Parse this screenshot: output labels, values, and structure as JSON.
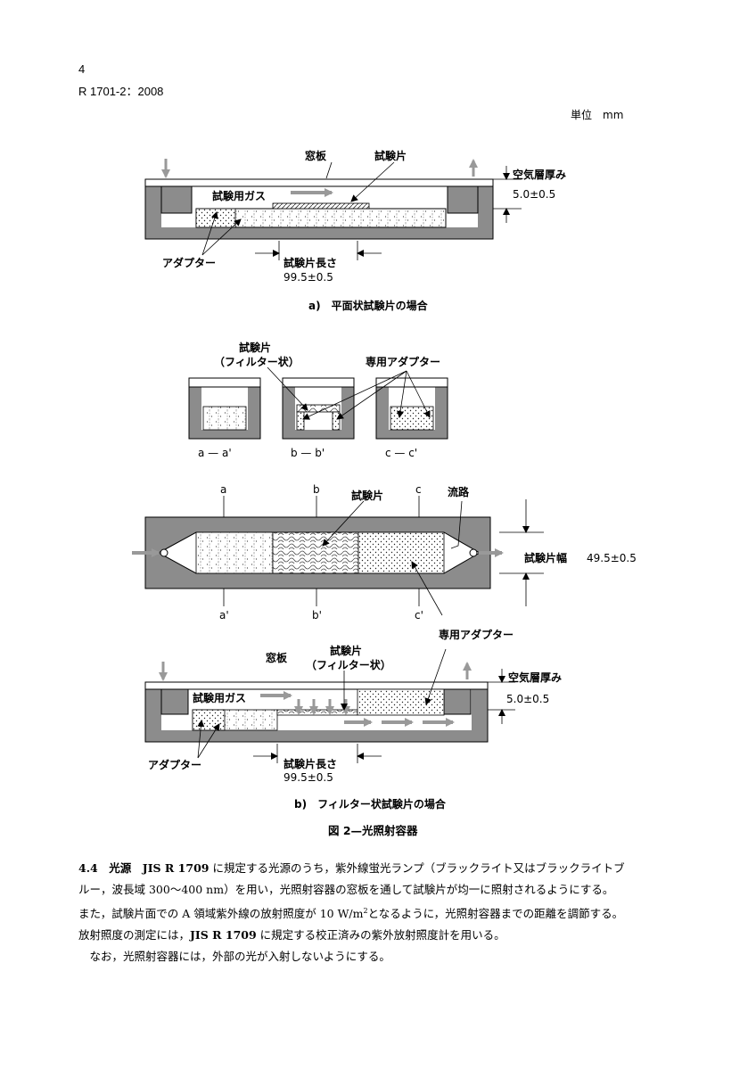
{
  "header": {
    "page_number": "4",
    "standard": "R 1701-2：2008"
  },
  "unit_label": "単位　mm",
  "fig_a": {
    "window_plate": "窓板",
    "test_piece": "試験片",
    "air_layer": "空気層厚み",
    "air_value": "5.0±0.5",
    "test_gas": "試験用ガス",
    "adapter": "アダプター",
    "length_label": "試験片長さ",
    "length_value": "99.5±0.5",
    "caption": "a)　平面状試験片の場合"
  },
  "cross_sections": {
    "test_piece": "試験片",
    "filter_shape": "（フィルター状）",
    "dedicated_adapter": "専用アダプター",
    "label_a": "a — a'",
    "label_b": "b — b'",
    "label_c": "c — c'"
  },
  "plan": {
    "a": "a",
    "b": "b",
    "c": "c",
    "a_prime": "a'",
    "b_prime": "b'",
    "c_prime": "c'",
    "test_piece": "試験片",
    "channel": "流路",
    "width_label": "試験片幅",
    "width_value": "49.5±0.5",
    "dedicated_adapter": "専用アダプター"
  },
  "fig_b": {
    "window_plate": "窓板",
    "test_piece": "試験片",
    "filter_shape": "（フィルター状）",
    "air_layer": "空気層厚み",
    "air_value": "5.0±0.5",
    "test_gas": "試験用ガス",
    "adapter": "アダプター",
    "length_label": "試験片長さ",
    "length_value": "99.5±0.5",
    "caption": "b)　フィルター状試験片の場合"
  },
  "figure_caption": "図 2—光照射容器",
  "section": {
    "number": "4.4",
    "title": "光源",
    "ref1": "JIS R 1709",
    "text1": "に規定する光源のうち，紫外線蛍光ランプ（ブラックライト又はブラックライトブ",
    "line2": "ルー，波長域 300〜400 nm）を用い，光照射容器の窓板を通して試験片が均一に照射されるようにする。",
    "line3a": "また，試験片面での A 領域紫外線の放射照度が 10 W/m",
    "line3sup": "2",
    "line3b": "となるように，光照射容器までの距離を調節する。",
    "line4a": "放射照度の測定には，",
    "ref2": "JIS R 1709",
    "line4b": "に規定する校正済みの紫外放射照度計を用いる。",
    "line5": "　なお，光照射容器には，外部の光が入射しないようにする。"
  }
}
